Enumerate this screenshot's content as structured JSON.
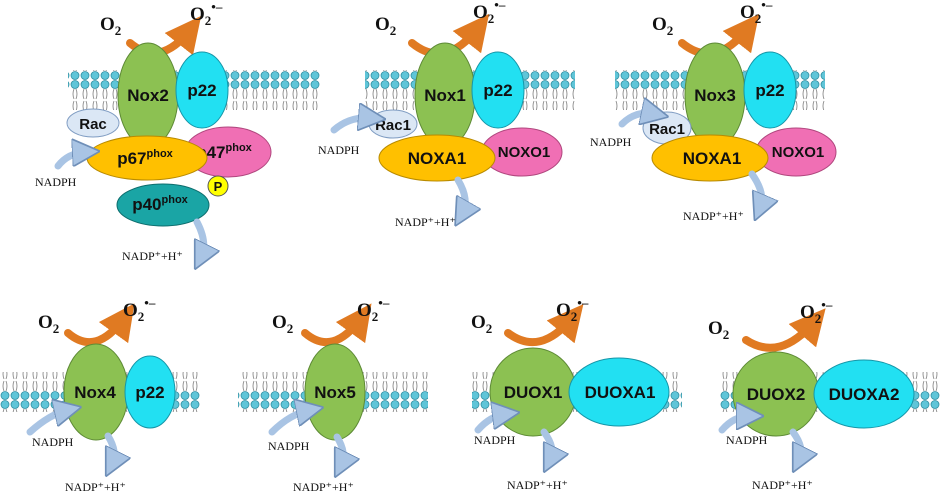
{
  "labels": {
    "o2": "O",
    "o2_sub": "2",
    "superoxide": "O",
    "superoxide_sub": "2",
    "superoxide_sup": "•–",
    "nadph": "NADPH",
    "nadp_product": "NADP⁺+H⁺"
  },
  "complexes": [
    {
      "id": "nox2",
      "proteins": {
        "catalytic": "Nox2",
        "p22": "p22",
        "rac": "Rac",
        "p67": "p67",
        "p67_sup": "phox",
        "p47": "p47",
        "p47_sup": "phox",
        "p40": "p40",
        "p40_sup": "phox",
        "phospho": "P"
      }
    },
    {
      "id": "nox1",
      "proteins": {
        "catalytic": "Nox1",
        "p22": "p22",
        "rac": "Rac1",
        "activator": "NOXA1",
        "organizer": "NOXO1"
      }
    },
    {
      "id": "nox3",
      "proteins": {
        "catalytic": "Nox3",
        "p22": "p22",
        "rac": "Rac1",
        "activator": "NOXA1",
        "organizer": "NOXO1"
      }
    },
    {
      "id": "nox4",
      "proteins": {
        "catalytic": "Nox4",
        "p22": "p22"
      }
    },
    {
      "id": "nox5",
      "proteins": {
        "catalytic": "Nox5"
      }
    },
    {
      "id": "duox1",
      "proteins": {
        "catalytic": "DUOX1",
        "partner": "DUOXA1"
      }
    },
    {
      "id": "duox2",
      "proteins": {
        "catalytic": "DUOX2",
        "partner": "DUOXA2"
      }
    }
  ],
  "colors": {
    "membrane_head": "#5fc5d8",
    "membrane_tail": "#8a8a8a",
    "catalytic": "#8cc152",
    "p22": "#22e0f2",
    "activator": "#ffc000",
    "organizer": "#f06fb4",
    "rac": "#dbe7f5",
    "p40": "#1aa5a5",
    "phospho": "#ffff00",
    "superoxide_arrow": "#e07a22",
    "nadph_arrow": "#a9c4e4"
  }
}
